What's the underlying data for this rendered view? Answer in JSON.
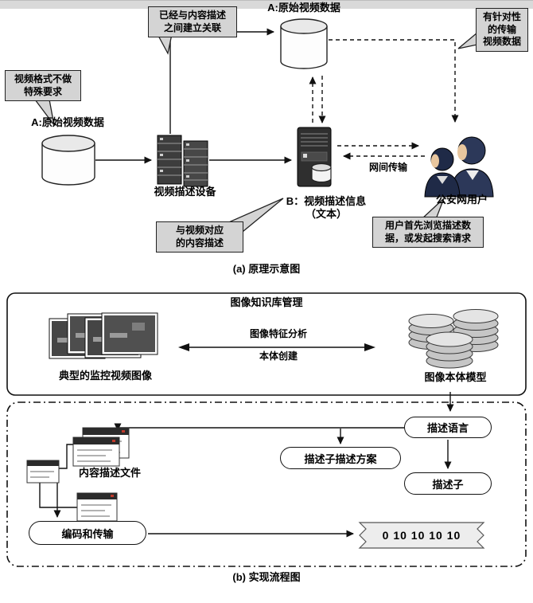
{
  "colors": {
    "callout_bg": "#d4d4d4",
    "line": "#111111",
    "ribbon_bg": "#ededed",
    "people": "#2c3859",
    "disk": "#c6c6c6"
  },
  "section_a": {
    "caption": "(a) 原理示意图",
    "labels": {
      "top_data": "A:原始视频数据",
      "left_data": "A:原始视频数据",
      "device": "视频描述设备",
      "desc_info_line1": "B：视频描述信息",
      "desc_info_line2": "（文本）",
      "transfer": "网间传输",
      "users": "公安网用户"
    },
    "callouts": {
      "association": "已经与内容描述\n之间建立关联",
      "targeted": "有针对性\n的传输\n视频数据",
      "format": "视频格式不做\n特殊要求",
      "content": "与视频对应\n的内容描述",
      "browse": "用户首先浏览描述数\n据，或发起搜索请求"
    }
  },
  "section_b": {
    "caption": "(b) 实现流程图",
    "knowledge": {
      "title": "图像知识库管理",
      "photos_label": "典型的监控视频图像",
      "analysis": "图像特征分析",
      "ontology": "本体创建",
      "model_label": "图像本体模型"
    },
    "flow": {
      "language": "描述语言",
      "files": "内容描述文件",
      "scheme": "描述子描述方案",
      "descriptor": "描述子",
      "encode": "编码和传输",
      "bits": "0 10 10 10 10"
    }
  }
}
